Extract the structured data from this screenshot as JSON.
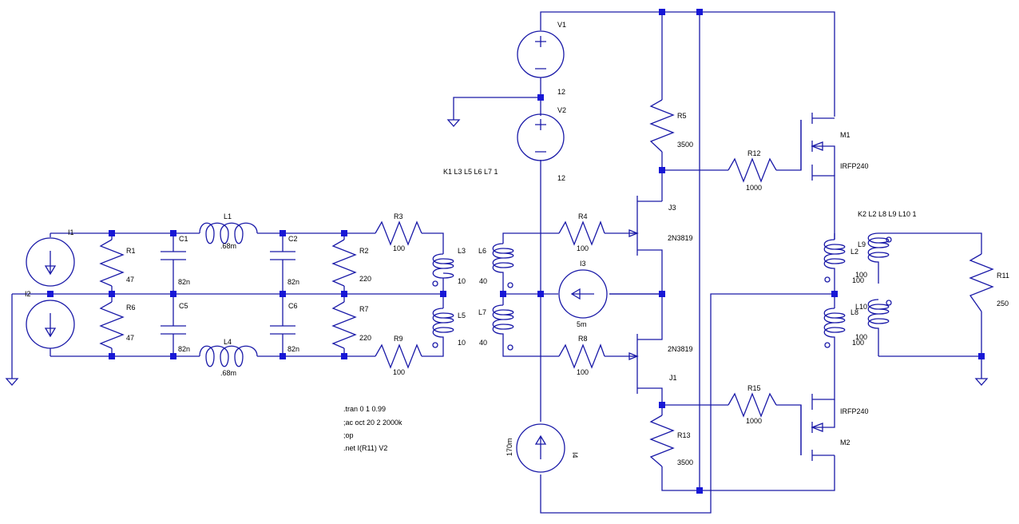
{
  "components": {
    "V1": {
      "name": "V1",
      "value": "12"
    },
    "V2": {
      "name": "V2",
      "value": "12"
    },
    "I1": {
      "name": "I1"
    },
    "I2": {
      "name": "I2"
    },
    "I3": {
      "name": "I3",
      "value": "5m"
    },
    "I4": {
      "name": "I4",
      "value": "170m"
    },
    "R1": {
      "name": "R1",
      "value": "47"
    },
    "R6": {
      "name": "R6",
      "value": "47"
    },
    "R2": {
      "name": "R2",
      "value": "220"
    },
    "R7": {
      "name": "R7",
      "value": "220"
    },
    "R3": {
      "name": "R3",
      "value": "100"
    },
    "R9": {
      "name": "R9",
      "value": "100"
    },
    "R4": {
      "name": "R4",
      "value": "100"
    },
    "R8": {
      "name": "R8",
      "value": "100"
    },
    "R5": {
      "name": "R5",
      "value": "3500"
    },
    "R13": {
      "name": "R13",
      "value": "3500"
    },
    "R12": {
      "name": "R12",
      "value": "1000"
    },
    "R15": {
      "name": "R15",
      "value": "1000"
    },
    "R11": {
      "name": "R11",
      "value": "250"
    },
    "C1": {
      "name": "C1",
      "value": "82n"
    },
    "C5": {
      "name": "C5",
      "value": "82n"
    },
    "C2": {
      "name": "C2",
      "value": "82n"
    },
    "C6": {
      "name": "C6",
      "value": "82n"
    },
    "L1": {
      "name": "L1",
      "value": ".68m"
    },
    "L4": {
      "name": "L4",
      "value": ".68m"
    },
    "L3": {
      "name": "L3",
      "value": "10"
    },
    "L5": {
      "name": "L5",
      "value": "10"
    },
    "L6": {
      "name": "L6",
      "value": "40"
    },
    "L7": {
      "name": "L7",
      "value": "40"
    },
    "L2": {
      "name": "L2",
      "value": "100"
    },
    "L8": {
      "name": "L8",
      "value": "100"
    },
    "L9": {
      "name": "L9",
      "value": "100"
    },
    "L10": {
      "name": "L10",
      "value": "100"
    },
    "J3": {
      "name": "J3",
      "model": "2N3819"
    },
    "J1": {
      "name": "J1",
      "model": "2N3819"
    },
    "M1": {
      "name": "M1",
      "model": "IRFP240"
    },
    "M2": {
      "name": "M2",
      "model": "IRFP240"
    }
  },
  "coupling": {
    "k1": "K1 L3 L5 L6 L7 1",
    "k2": "K2 L2 L8 L9 L10 1"
  },
  "directives": {
    "tran": ".tran 0 1 0.99",
    "ac": ";ac oct 20 2 2000k",
    "op": ";op",
    "net": ".net I(R11) V2"
  },
  "colors": {
    "wire": "#1a1aa8",
    "node": "#1717d6",
    "text": "#000000",
    "background": "#ffffff"
  }
}
